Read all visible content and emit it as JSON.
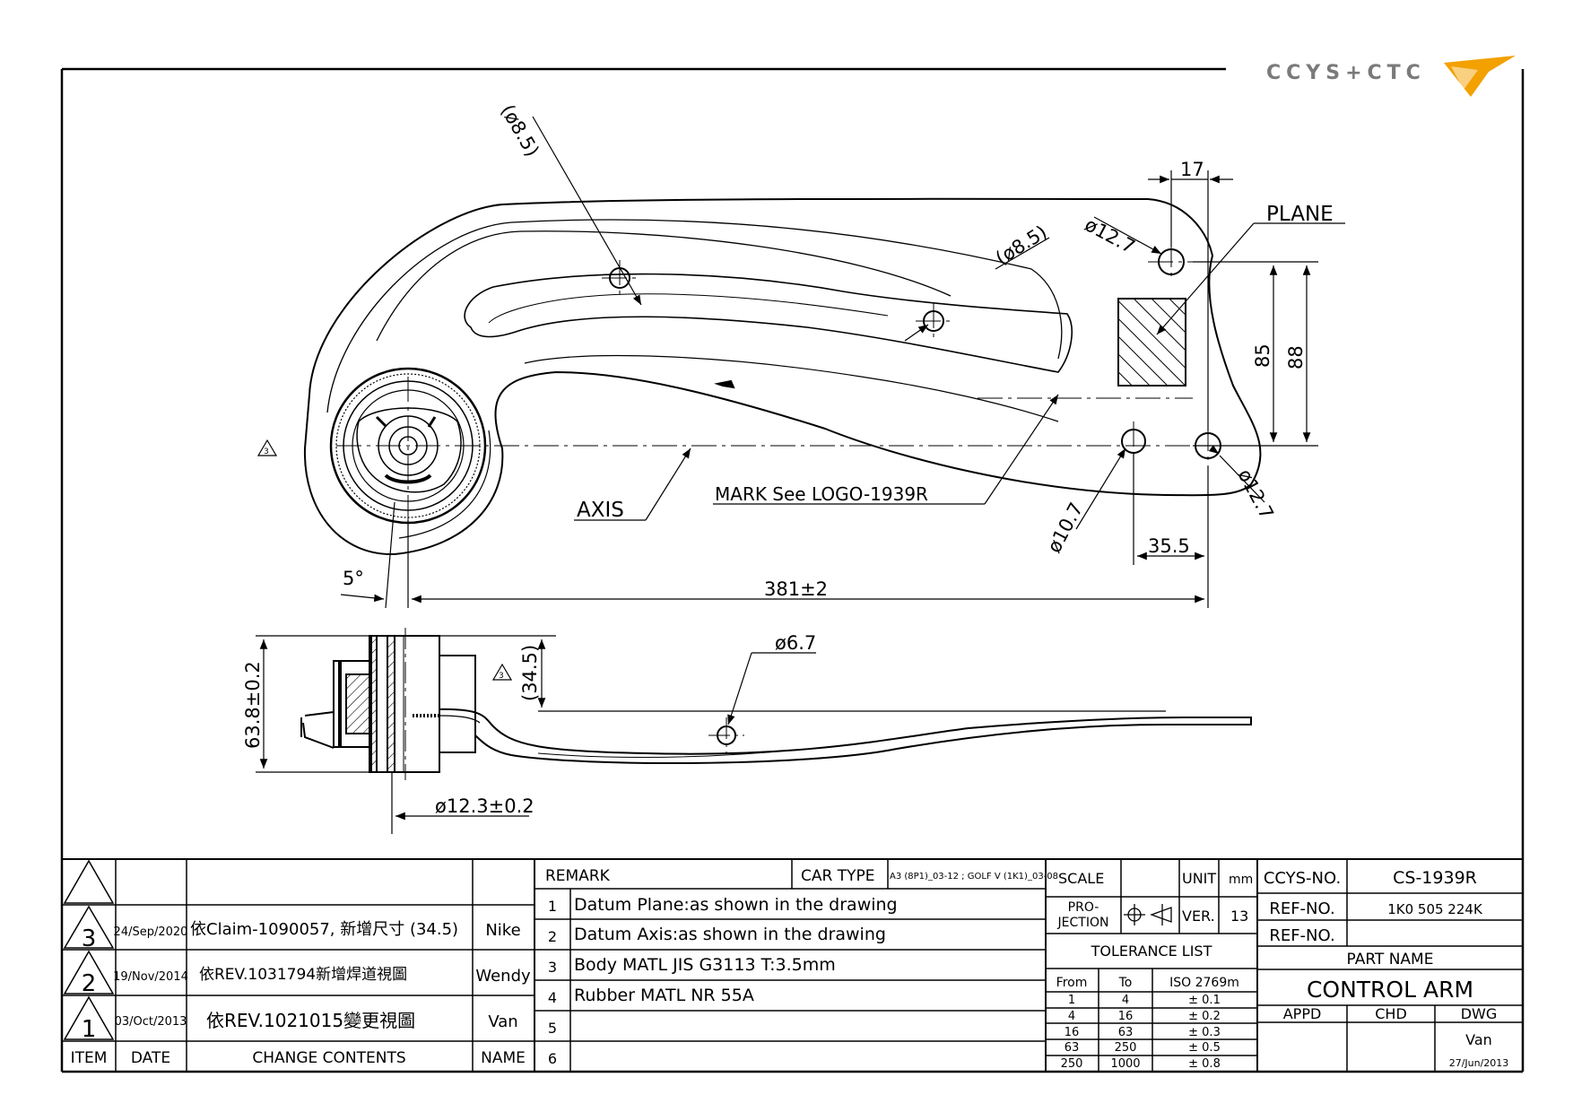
{
  "logo": {
    "text": "CCYS+CTC"
  },
  "drawing": {
    "dims": {
      "hole_top": "(ø8.5)",
      "hole_mid": "(ø8.5)",
      "hole_right_top": "ø12.7",
      "hole_right_bottom": "ø12.7",
      "hole_small": "ø10.7",
      "width_17": "17",
      "height_85": "85",
      "height_88": "88",
      "offset_35_5": "35.5",
      "length": "381±2",
      "angle": "5°",
      "side_height": "63.8±0.2",
      "side_34_5": "(34.5)",
      "side_hole": "ø6.7",
      "side_dia": "ø12.3±0.2"
    },
    "labels": {
      "plane": "PLANE",
      "axis": "AXIS",
      "mark": "MARK See LOGO-1939R"
    },
    "revision_mark": "3"
  },
  "title_block": {
    "revisions": [
      {
        "item": "3",
        "date": "24/Sep/2020",
        "contents": "依Claim-1090057, 新增尺寸 (34.5)",
        "name": "Nike"
      },
      {
        "item": "2",
        "date": "19/Nov/2014",
        "contents": "依REV.1031794新增焊道視圖",
        "name": "Wendy"
      },
      {
        "item": "1",
        "date": "03/Oct/2013",
        "contents": "依REV.1021015變更視圖",
        "name": "Van"
      }
    ],
    "headers": {
      "item": "ITEM",
      "date": "DATE",
      "contents": "CHANGE CONTENTS",
      "name": "NAME"
    },
    "remark_label": "REMARK",
    "car_type_label": "CAR TYPE",
    "car_type_value": "A3 (8P1)_03-12 ; GOLF V (1K1)_03-08",
    "remarks": [
      {
        "no": "1",
        "text": "Datum Plane:as shown in the drawing"
      },
      {
        "no": "2",
        "text": "Datum Axis:as shown in the drawing"
      },
      {
        "no": "3",
        "text": "Body MATL JIS G3113 T:3.5mm"
      },
      {
        "no": "4",
        "text": "Rubber MATL NR 55A"
      },
      {
        "no": "5",
        "text": ""
      },
      {
        "no": "6",
        "text": ""
      }
    ],
    "scale_label": "SCALE",
    "unit_label": "UNIT",
    "unit_value": "mm",
    "projection_label_1": "PRO-",
    "projection_label_2": "JECTION",
    "ver_label": "VER.",
    "ver_value": "13",
    "tolerance_title": "TOLERANCE LIST",
    "tolerance_headers": [
      "From",
      "To",
      "ISO 2769m"
    ],
    "tolerances": [
      [
        "1",
        "4",
        "± 0.1"
      ],
      [
        "4",
        "16",
        "± 0.2"
      ],
      [
        "16",
        "63",
        "± 0.3"
      ],
      [
        "63",
        "250",
        "± 0.5"
      ],
      [
        "250",
        "1000",
        "± 0.8"
      ]
    ],
    "ccys_no_label": "CCYS-NO.",
    "ccys_no_value": "CS-1939R",
    "ref_no_label": "REF-NO.",
    "ref_no_value": "1K0 505 224K",
    "ref_no_label_2": "REF-NO.",
    "part_name_label": "PART NAME",
    "part_name_value": "CONTROL ARM",
    "appd_label": "APPD",
    "chd_label": "CHD",
    "dwg_label": "DWG",
    "dwg_name": "Van",
    "dwg_date": "27/Jun/2013"
  },
  "colors": {
    "logo_orange": "#f2a100",
    "logo_grey": "#7a7a7a"
  }
}
